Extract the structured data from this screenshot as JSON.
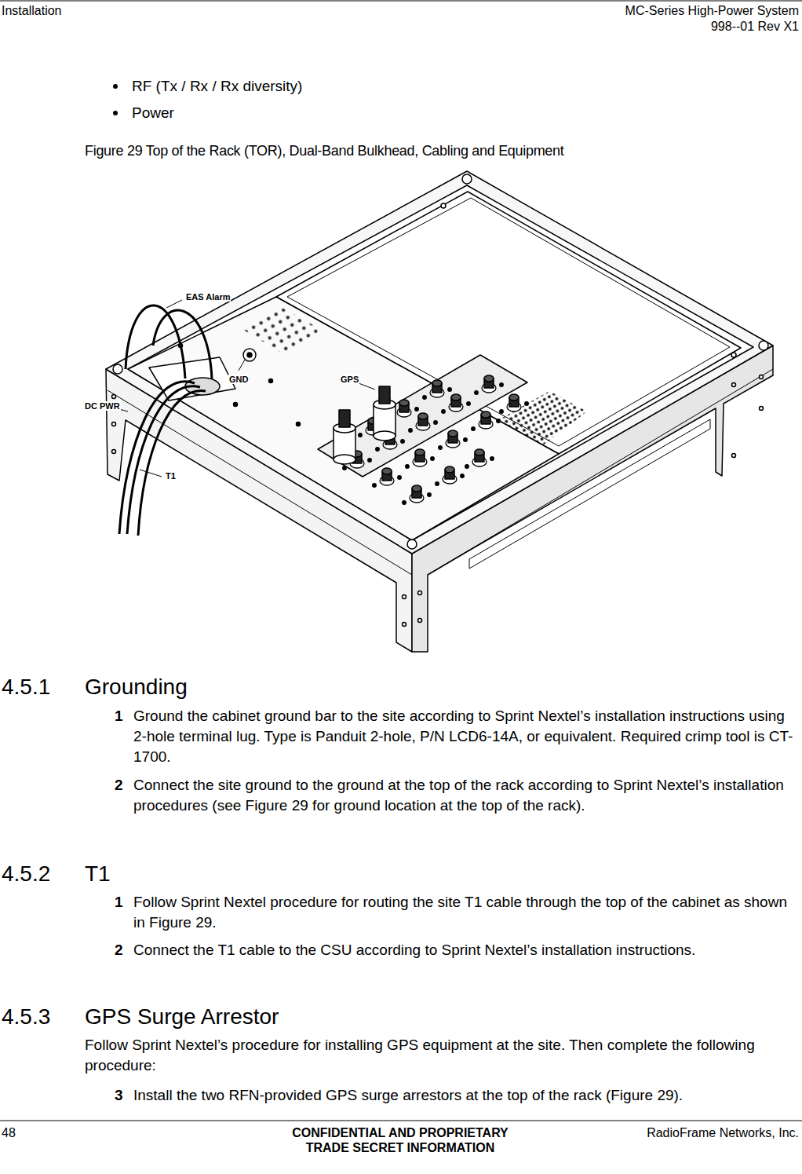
{
  "diagram": {
    "caption": "Figure 29  Top of the Rack (TOR), Dual-Band Bulkhead, Cabling and Equipment",
    "labels": [
      "Installation",
      "MC-Series High-Power System",
      "998--01 Rev X1",
      "RF (Tx / Rx / Rx diversity)",
      "Power",
      "EAS Alarm",
      "GND",
      "GPS",
      "DC PWR",
      "T1",
      "4.5.1",
      "Grounding",
      "1",
      "Ground the cabinet ground bar to the site according to Sprint Nextel’s installation instructions using 2-hole terminal lug. Type is Panduit 2-hole, P/N LCD6-14A, or equivalent. Required crimp tool is CT-1700.",
      "2",
      "Connect the site ground to the ground at the top of the rack according to Sprint Nextel’s installation procedures (see Figure 29 for ground location at the top of the rack).",
      "4.5.2",
      "T1",
      "1",
      "Follow Sprint Nextel procedure for routing the site T1 cable through the top of the cabinet as shown in Figure 29.",
      "2",
      "Connect the T1 cable to the CSU according to Sprint Nextel’s installation instructions.",
      "4.5.3",
      "GPS Surge Arrestor",
      "Follow Sprint Nextel’s procedure for installing GPS equipment at the site. Then complete the following procedure:",
      "3",
      "Install the two RFN-provided GPS surge arrestors at the top of the rack (Figure 29).",
      "48",
      "CONFIDENTIAL AND PROPRIETARY",
      "TRADE SECRET INFORMATION",
      "RadioFrame Networks, Inc."
    ]
  }
}
